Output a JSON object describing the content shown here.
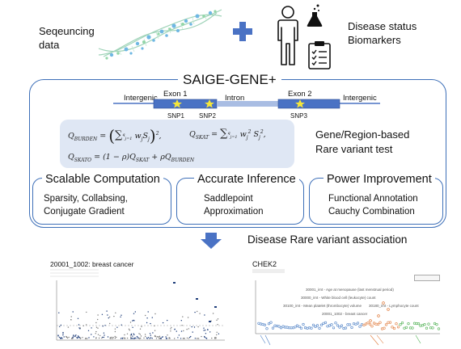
{
  "top": {
    "sequencing_label_line1": "Seqeuncing",
    "sequencing_label_line2": "data",
    "plus": "+",
    "phenotype_line1": "Disease status",
    "phenotype_line2": "Biomarkers"
  },
  "main": {
    "title": "SAIGE-GENE+",
    "gene": {
      "intergenic_left": "Intergenic",
      "exon1": "Exon 1",
      "intron": "Intron",
      "exon2": "Exon 2",
      "intergenic_right": "Intergenic",
      "snps": [
        "SNP1",
        "SNP2",
        "SNP3"
      ]
    },
    "formulas": {
      "burden": "Q_BURDEN = (Σ_{j=1}^{q} w_j S_j)^2,",
      "skat": "Q_SKAT = Σ_{j=1}^{q} w_j^2 S_j^2,",
      "skato": "Q_SKATO = (1 − ρ)Q_SKAT + ρQ_BURDEN"
    },
    "test_label_line1": "Gene/Region-based",
    "test_label_line2": "Rare variant test",
    "features": [
      {
        "title": "Scalable Computation",
        "line1": "Sparsity, Collabsing,",
        "line2": "Conjugate Gradient"
      },
      {
        "title": "Accurate Inference",
        "line1": "Saddlepoint",
        "line2": "Approximation"
      },
      {
        "title": "Power Improvement",
        "line1": "Functional Annotation",
        "line2": "Cauchy Combination"
      }
    ]
  },
  "result_label": "Disease Rare variant association",
  "plots": {
    "left_title": "20001_1002: breast cancer",
    "right_title": "CHEK2",
    "right_annotations": [
      "30001_irnt - Age at menopause (last menstrual period)",
      "30000_irnt - White blood cell (leukocyte) count",
      "30100_irnt - Mean platelet (thrombocyte) volume",
      "30180_irnt - Lymphocyte count",
      "20001_1002 - breast cancer"
    ]
  },
  "colors": {
    "accent": "#3d6fb8",
    "exon": "#4a72c4",
    "intron": "#a9bde3",
    "star": "#f5e63a",
    "formula_bg": "#dfe7f4",
    "arrow": "#4a72c4",
    "plus": "#4a72c4"
  },
  "icons": [
    "dna-helix-icon",
    "plus-icon",
    "person-icon",
    "flask-icon",
    "clipboard-icon",
    "arrow-down-icon"
  ]
}
